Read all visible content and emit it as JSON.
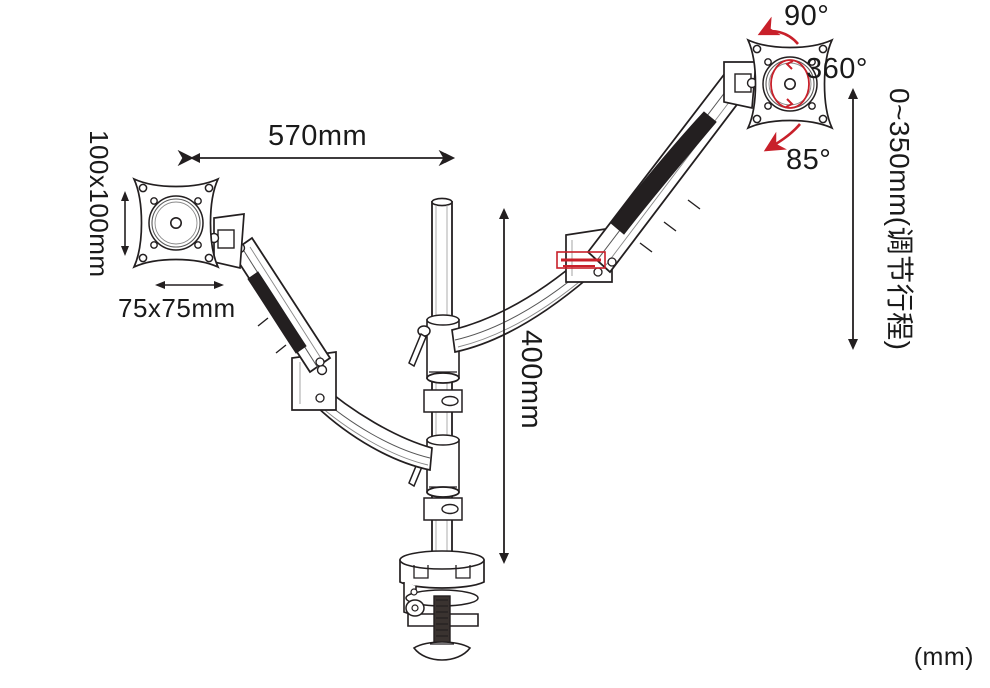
{
  "diagram": {
    "title": "Dual monitor gas-spring desk mount - dimension drawing",
    "unit_note": "(mm)",
    "colors": {
      "line": "#231f20",
      "accent_red": "#c8202a",
      "background": "#ffffff"
    }
  },
  "dimensions": {
    "reach": {
      "label": "570mm",
      "orientation": "horizontal",
      "arrow": "double"
    },
    "height": {
      "label": "400mm",
      "orientation": "vertical",
      "arrow": "double"
    },
    "travel": {
      "label": "0~350mm(调节行程)",
      "orientation": "vertical",
      "arrow": "double"
    },
    "vesa_large": {
      "label": "100x100mm",
      "orientation": "vertical",
      "arrow": "double"
    },
    "vesa_small": {
      "label": "75x75mm",
      "orientation": "horizontal",
      "arrow": "double"
    }
  },
  "rotation_labels": {
    "tilt_up": "90°",
    "rotate": "360°",
    "tilt_down": "85°"
  },
  "parts": {
    "left_vesa_plate": "left-vesa-mounting-plate",
    "right_vesa_plate": "right-vesa-mounting-plate",
    "left_arm": "left-gas-spring-arm",
    "right_arm": "right-gas-spring-arm",
    "pole": "center-pole",
    "upper_collar": "upper-arm-collar",
    "lower_collar": "lower-arm-collar",
    "upper_lever": "upper-locking-lever",
    "lower_lever": "lower-locking-lever",
    "upper_clip": "upper-cable-clip",
    "lower_clip": "lower-cable-clip",
    "clamp": "desk-c-clamp",
    "clamp_screw": "clamp-screw",
    "brand_stamp": "brand-stamp"
  }
}
